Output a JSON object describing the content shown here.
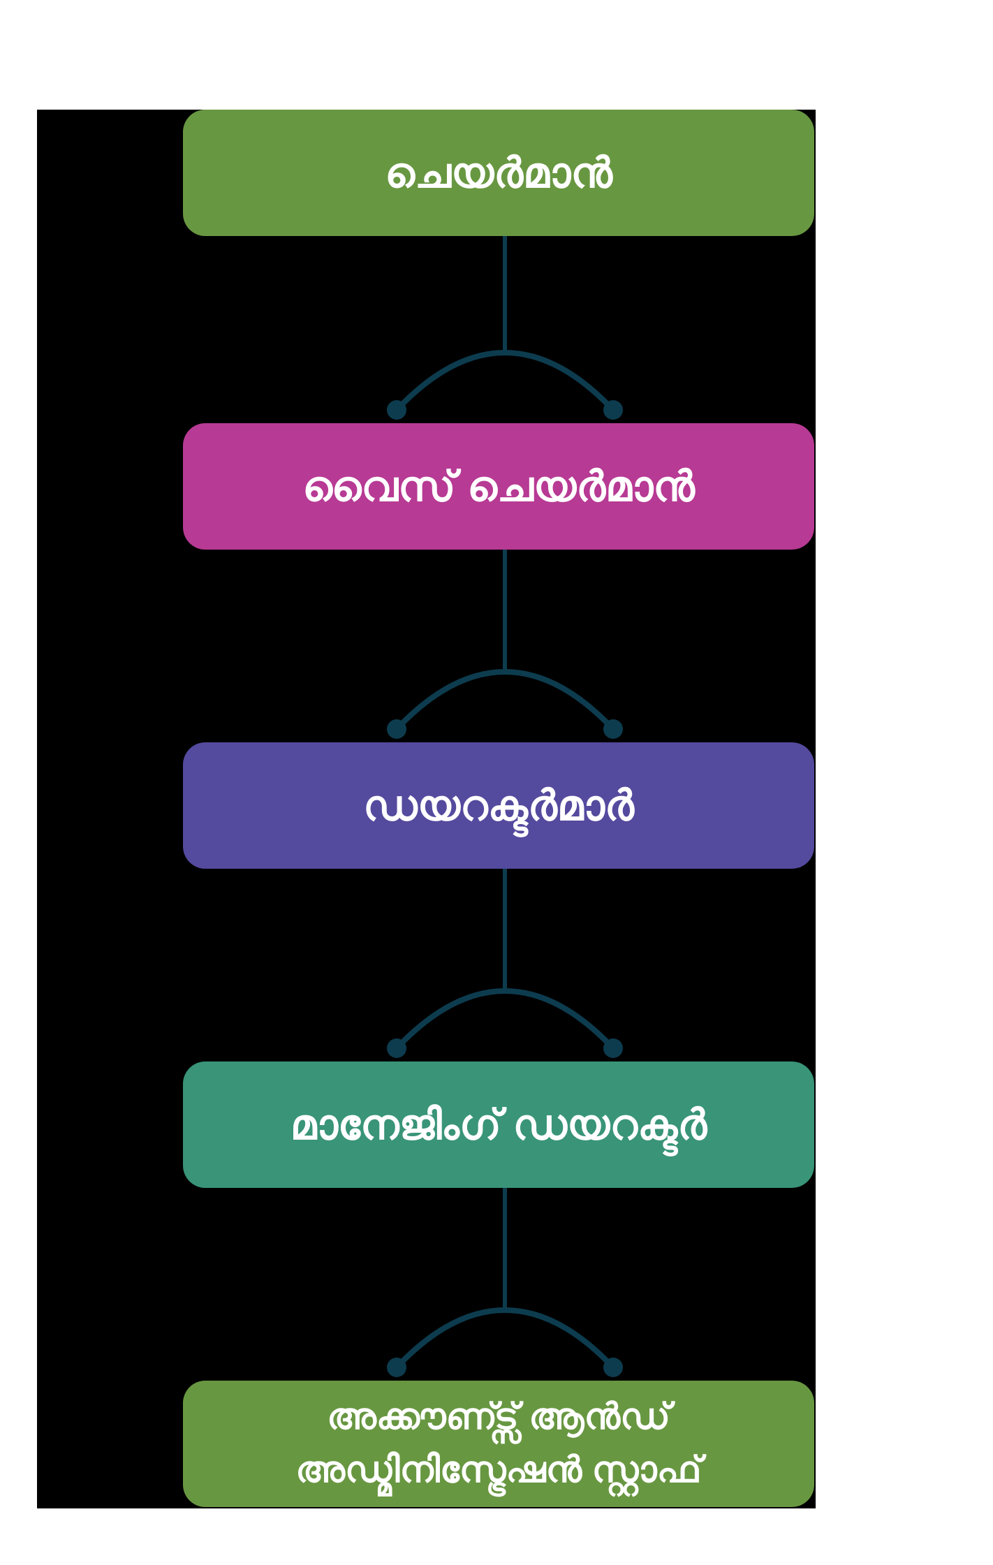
{
  "page": {
    "background_color": "#ffffff",
    "panel_color": "#000000"
  },
  "org_chart": {
    "type": "vertical-org-flowchart",
    "connector_color": "#0d3c4f",
    "text_color": "#ffffff",
    "levels": [
      {
        "role": "chairman",
        "label": "ചെയർമാൻ",
        "color": "#689741"
      },
      {
        "role": "vice-chairman",
        "label": "വൈസ് ചെയർമാൻ",
        "color": "#b73a94"
      },
      {
        "role": "directors",
        "label": "ഡയറക്ടർമാർ",
        "color": "#544a9e"
      },
      {
        "role": "managing-director",
        "label": "മാനേജിംഗ് ഡയറക്ടർ",
        "color": "#399478"
      },
      {
        "role": "accounts-admin-staff",
        "lines": [
          "അക്കൗണ്ട്സ് ആൻഡ്",
          "അഡ്മിനിസ്ട്രേഷൻ സ്റ്റാഫ്"
        ],
        "color": "#689741"
      }
    ]
  }
}
